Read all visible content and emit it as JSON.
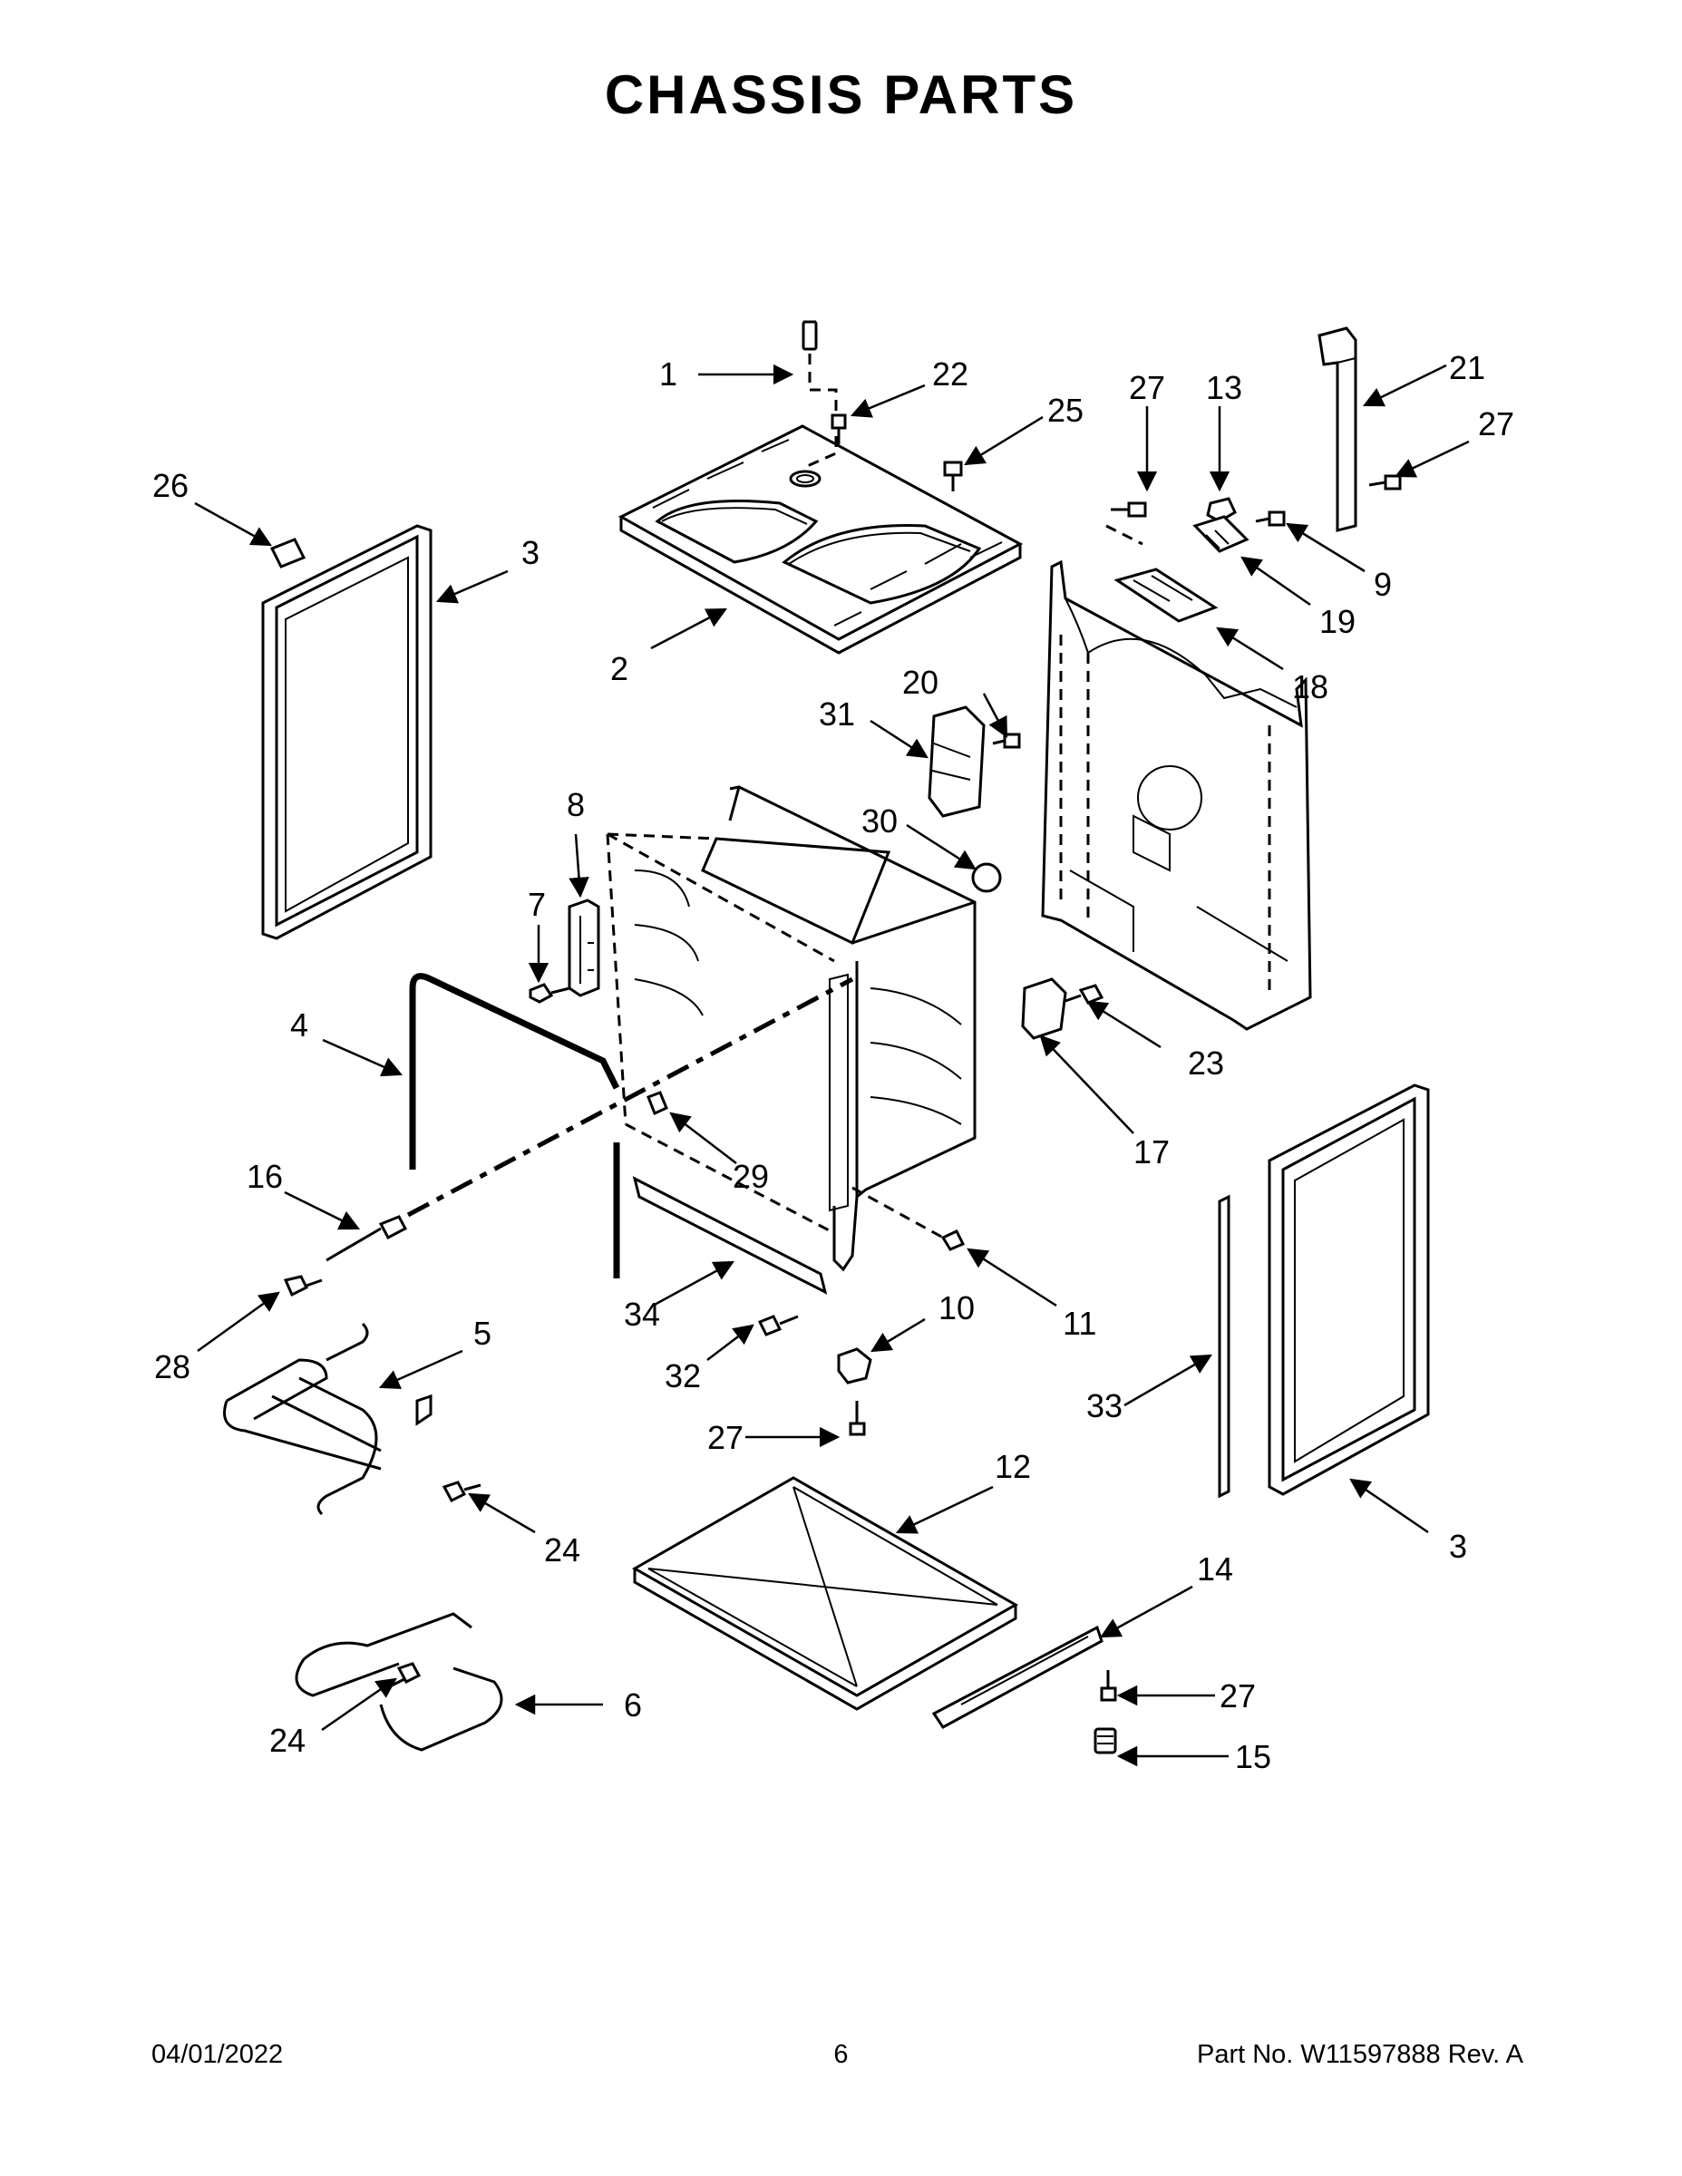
{
  "title": "CHASSIS PARTS",
  "callouts": {
    "c1": "1",
    "c2": "2",
    "c3a": "3",
    "c3b": "3",
    "c4": "4",
    "c5": "5",
    "c6": "6",
    "c7": "7",
    "c8": "8",
    "c9": "9",
    "c10": "10",
    "c11": "11",
    "c12": "12",
    "c13": "13",
    "c14": "14",
    "c15": "15",
    "c16": "16",
    "c17": "17",
    "c18": "18",
    "c19": "19",
    "c20": "20",
    "c21": "21",
    "c22": "22",
    "c23": "23",
    "c24a": "24",
    "c24b": "24",
    "c25": "25",
    "c26": "26",
    "c27a": "27",
    "c27b": "27",
    "c27c": "27",
    "c27d": "27",
    "c28": "28",
    "c29": "29",
    "c30": "30",
    "c31": "31",
    "c32": "32",
    "c33": "33",
    "c34": "34"
  },
  "footer": {
    "date": "04/01/2022",
    "page": "6",
    "part": "Part No.  W11597888  Rev.  A"
  }
}
